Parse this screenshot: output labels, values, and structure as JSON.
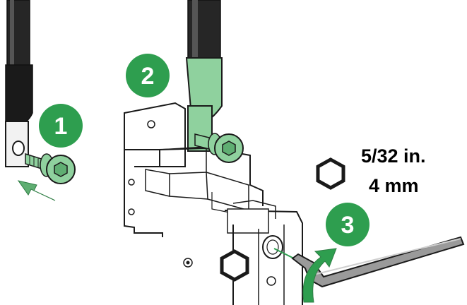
{
  "steps": [
    {
      "number": "1"
    },
    {
      "number": "2"
    },
    {
      "number": "3"
    }
  ],
  "tool_spec": {
    "size_imperial": "5/32 in.",
    "size_metric": "4 mm",
    "icon": "hex-key-size-icon"
  },
  "colors": {
    "step_badge": "#2e9e4f",
    "highlight_green": "#8fd19e",
    "line": "#1a1a1a",
    "cable_dark": "#222222",
    "tool_grey": "#9a9a9a"
  }
}
